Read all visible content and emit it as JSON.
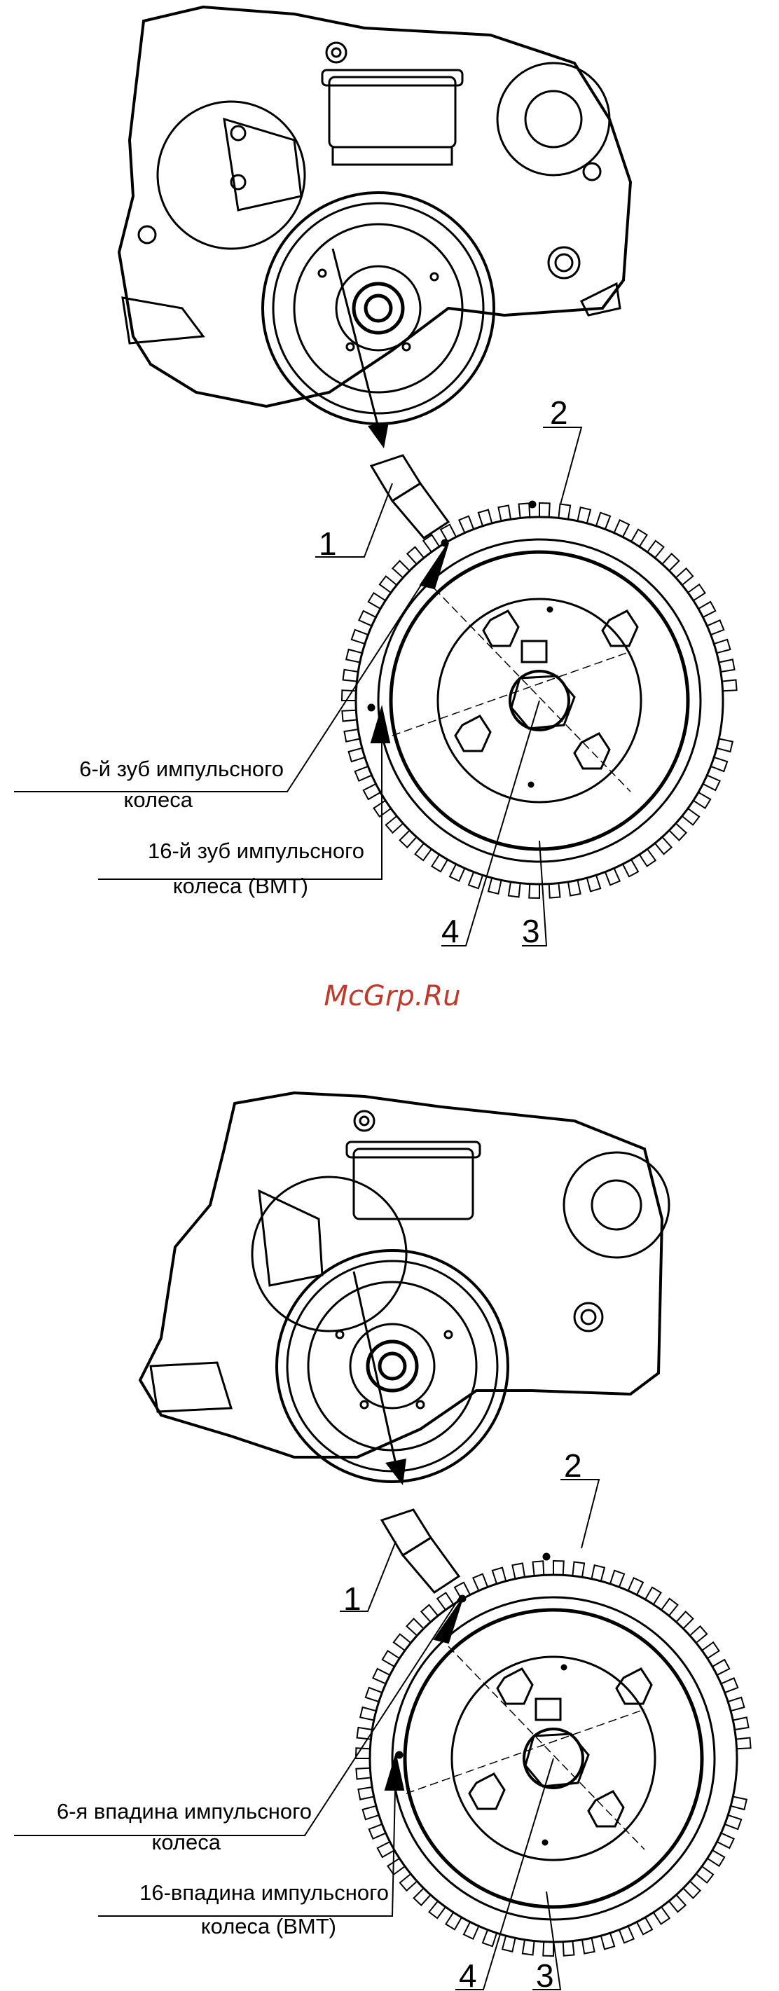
{
  "watermark": {
    "text": "McGrp.Ru",
    "color": "#c0392b"
  },
  "figures": [
    {
      "callouts": {
        "sensor": "1",
        "pulse_wheel": "2",
        "flywheel": "3",
        "crankshaft": "4"
      },
      "tooth_6": [
        "6-й зуб импульсного",
        "колеса"
      ],
      "tooth_16": [
        "16-й зуб импульсного",
        "колеса (ВМТ)"
      ]
    },
    {
      "callouts": {
        "sensor": "1",
        "pulse_wheel": "2",
        "flywheel": "4",
        "crankshaft": "3"
      },
      "tooth_6": [
        "6-я впадина импульсного",
        "колеса"
      ],
      "tooth_16": [
        "16-впадина импульсного",
        "колеса (ВМТ)"
      ]
    }
  ],
  "colors": {
    "line": "#000000",
    "background": "#ffffff"
  }
}
